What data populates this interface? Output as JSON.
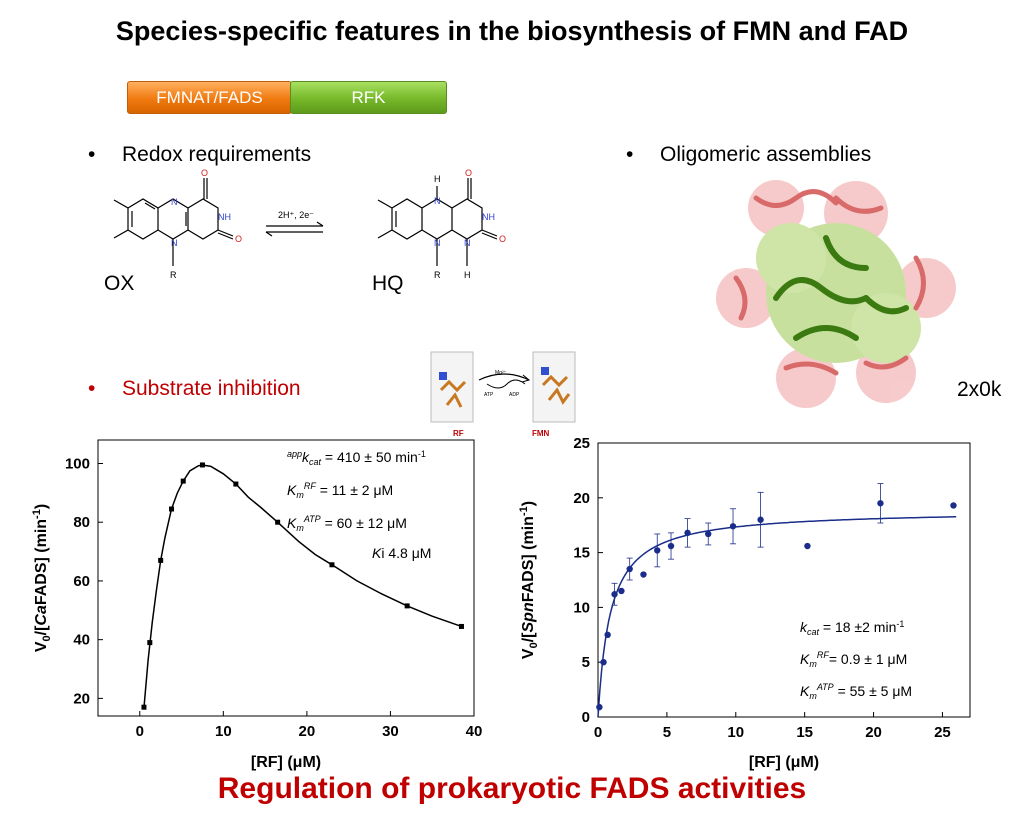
{
  "title": "Species-specific features in the biosynthesis of FMN and FAD",
  "domain_bar": {
    "left_label": "FMNAT/FADS",
    "right_label": "RFK"
  },
  "bullets": {
    "redox": "Redox requirements",
    "oligomeric": "Oligomeric assemblies",
    "substrate": "Substrate inhibition",
    "marker": "•"
  },
  "chem": {
    "ox_label": "OX",
    "hq_label": "HQ",
    "arrow_label": "2H⁺, 2e⁻",
    "atom_O": "O",
    "atom_N": "N",
    "atom_NH": "NH",
    "atom_H": "H",
    "atom_R": "R"
  },
  "reaction": {
    "cofactor": "Mg²⁺",
    "left_label": "ATP",
    "right_label": "ADP",
    "substrate_tag": "RF",
    "product_tag": "FMN"
  },
  "structure_label": "2x0k",
  "footer": "Regulation of prokaryotic FADS activities",
  "chart_data": [
    {
      "type": "scatter",
      "xlabel": "[RF] (μM)",
      "ylabel": "V0/[CaFADS] (min-1)",
      "xlim": [
        -5,
        40
      ],
      "ylim": [
        14,
        108
      ],
      "xticks": [
        0,
        10,
        20,
        30,
        40
      ],
      "yticks": [
        20,
        40,
        60,
        80,
        100
      ],
      "points": [
        [
          0.5,
          17
        ],
        [
          1.2,
          39
        ],
        [
          2.5,
          67
        ],
        [
          3.8,
          84.5
        ],
        [
          5.2,
          94
        ],
        [
          7.5,
          99.5
        ],
        [
          11.5,
          93
        ],
        [
          16.5,
          80
        ],
        [
          23,
          65.5
        ],
        [
          32,
          51.5
        ],
        [
          38.5,
          44.5
        ]
      ],
      "curve": [
        [
          0.5,
          17
        ],
        [
          1,
          33
        ],
        [
          1.5,
          46
        ],
        [
          2,
          57
        ],
        [
          2.5,
          67
        ],
        [
          3,
          74.5
        ],
        [
          3.8,
          84.5
        ],
        [
          4.5,
          90
        ],
        [
          5.2,
          94
        ],
        [
          6,
          97.5
        ],
        [
          7,
          99.2
        ],
        [
          7.5,
          99.5
        ],
        [
          8.5,
          99
        ],
        [
          10,
          96.5
        ],
        [
          11.5,
          93
        ],
        [
          13,
          88.5
        ],
        [
          14.5,
          85
        ],
        [
          16.5,
          80
        ],
        [
          19,
          73.5
        ],
        [
          21,
          69
        ],
        [
          23,
          65.5
        ],
        [
          26,
          60
        ],
        [
          29,
          55.5
        ],
        [
          32,
          51.5
        ],
        [
          35,
          48
        ],
        [
          38.5,
          44.5
        ]
      ],
      "annotations": [
        "appkcat = 410 ± 50 min-1",
        "KmRF = 11 ± 2 μM",
        "KmATP = 60 ± 12 μM",
        "Ki 4.8 μM"
      ]
    },
    {
      "type": "scatter",
      "xlabel": "[RF] (μM)",
      "ylabel": "V0/[SpnFADS] (min-1)",
      "xlim": [
        0,
        27
      ],
      "ylim": [
        0,
        25
      ],
      "xticks": [
        0,
        5,
        10,
        15,
        20,
        25
      ],
      "yticks": [
        0,
        5,
        10,
        15,
        20,
        25
      ],
      "color": "#1a2d8a",
      "points": [
        [
          0.1,
          0.9,
          0
        ],
        [
          0.4,
          5,
          0
        ],
        [
          0.7,
          7.5,
          0
        ],
        [
          1.2,
          11.2,
          1
        ],
        [
          1.7,
          11.5,
          0
        ],
        [
          2.3,
          13.5,
          1
        ],
        [
          3.3,
          13,
          0
        ],
        [
          4.3,
          15.2,
          1.5
        ],
        [
          5.3,
          15.6,
          1.2
        ],
        [
          6.5,
          16.8,
          1.3
        ],
        [
          8,
          16.7,
          1
        ],
        [
          9.8,
          17.4,
          1.6
        ],
        [
          11.8,
          18,
          2.5
        ],
        [
          15.2,
          15.6,
          0
        ],
        [
          20.5,
          19.5,
          1.8
        ],
        [
          25.8,
          19.3,
          0
        ]
      ],
      "fit": {
        "vmax": 18.9,
        "km": 0.9
      },
      "annotations": [
        "kcat = 18 ±2 min-1",
        "KmRF = 0.9 ± 1 μM",
        "KmATP = 55 ± 5 μM"
      ]
    }
  ]
}
